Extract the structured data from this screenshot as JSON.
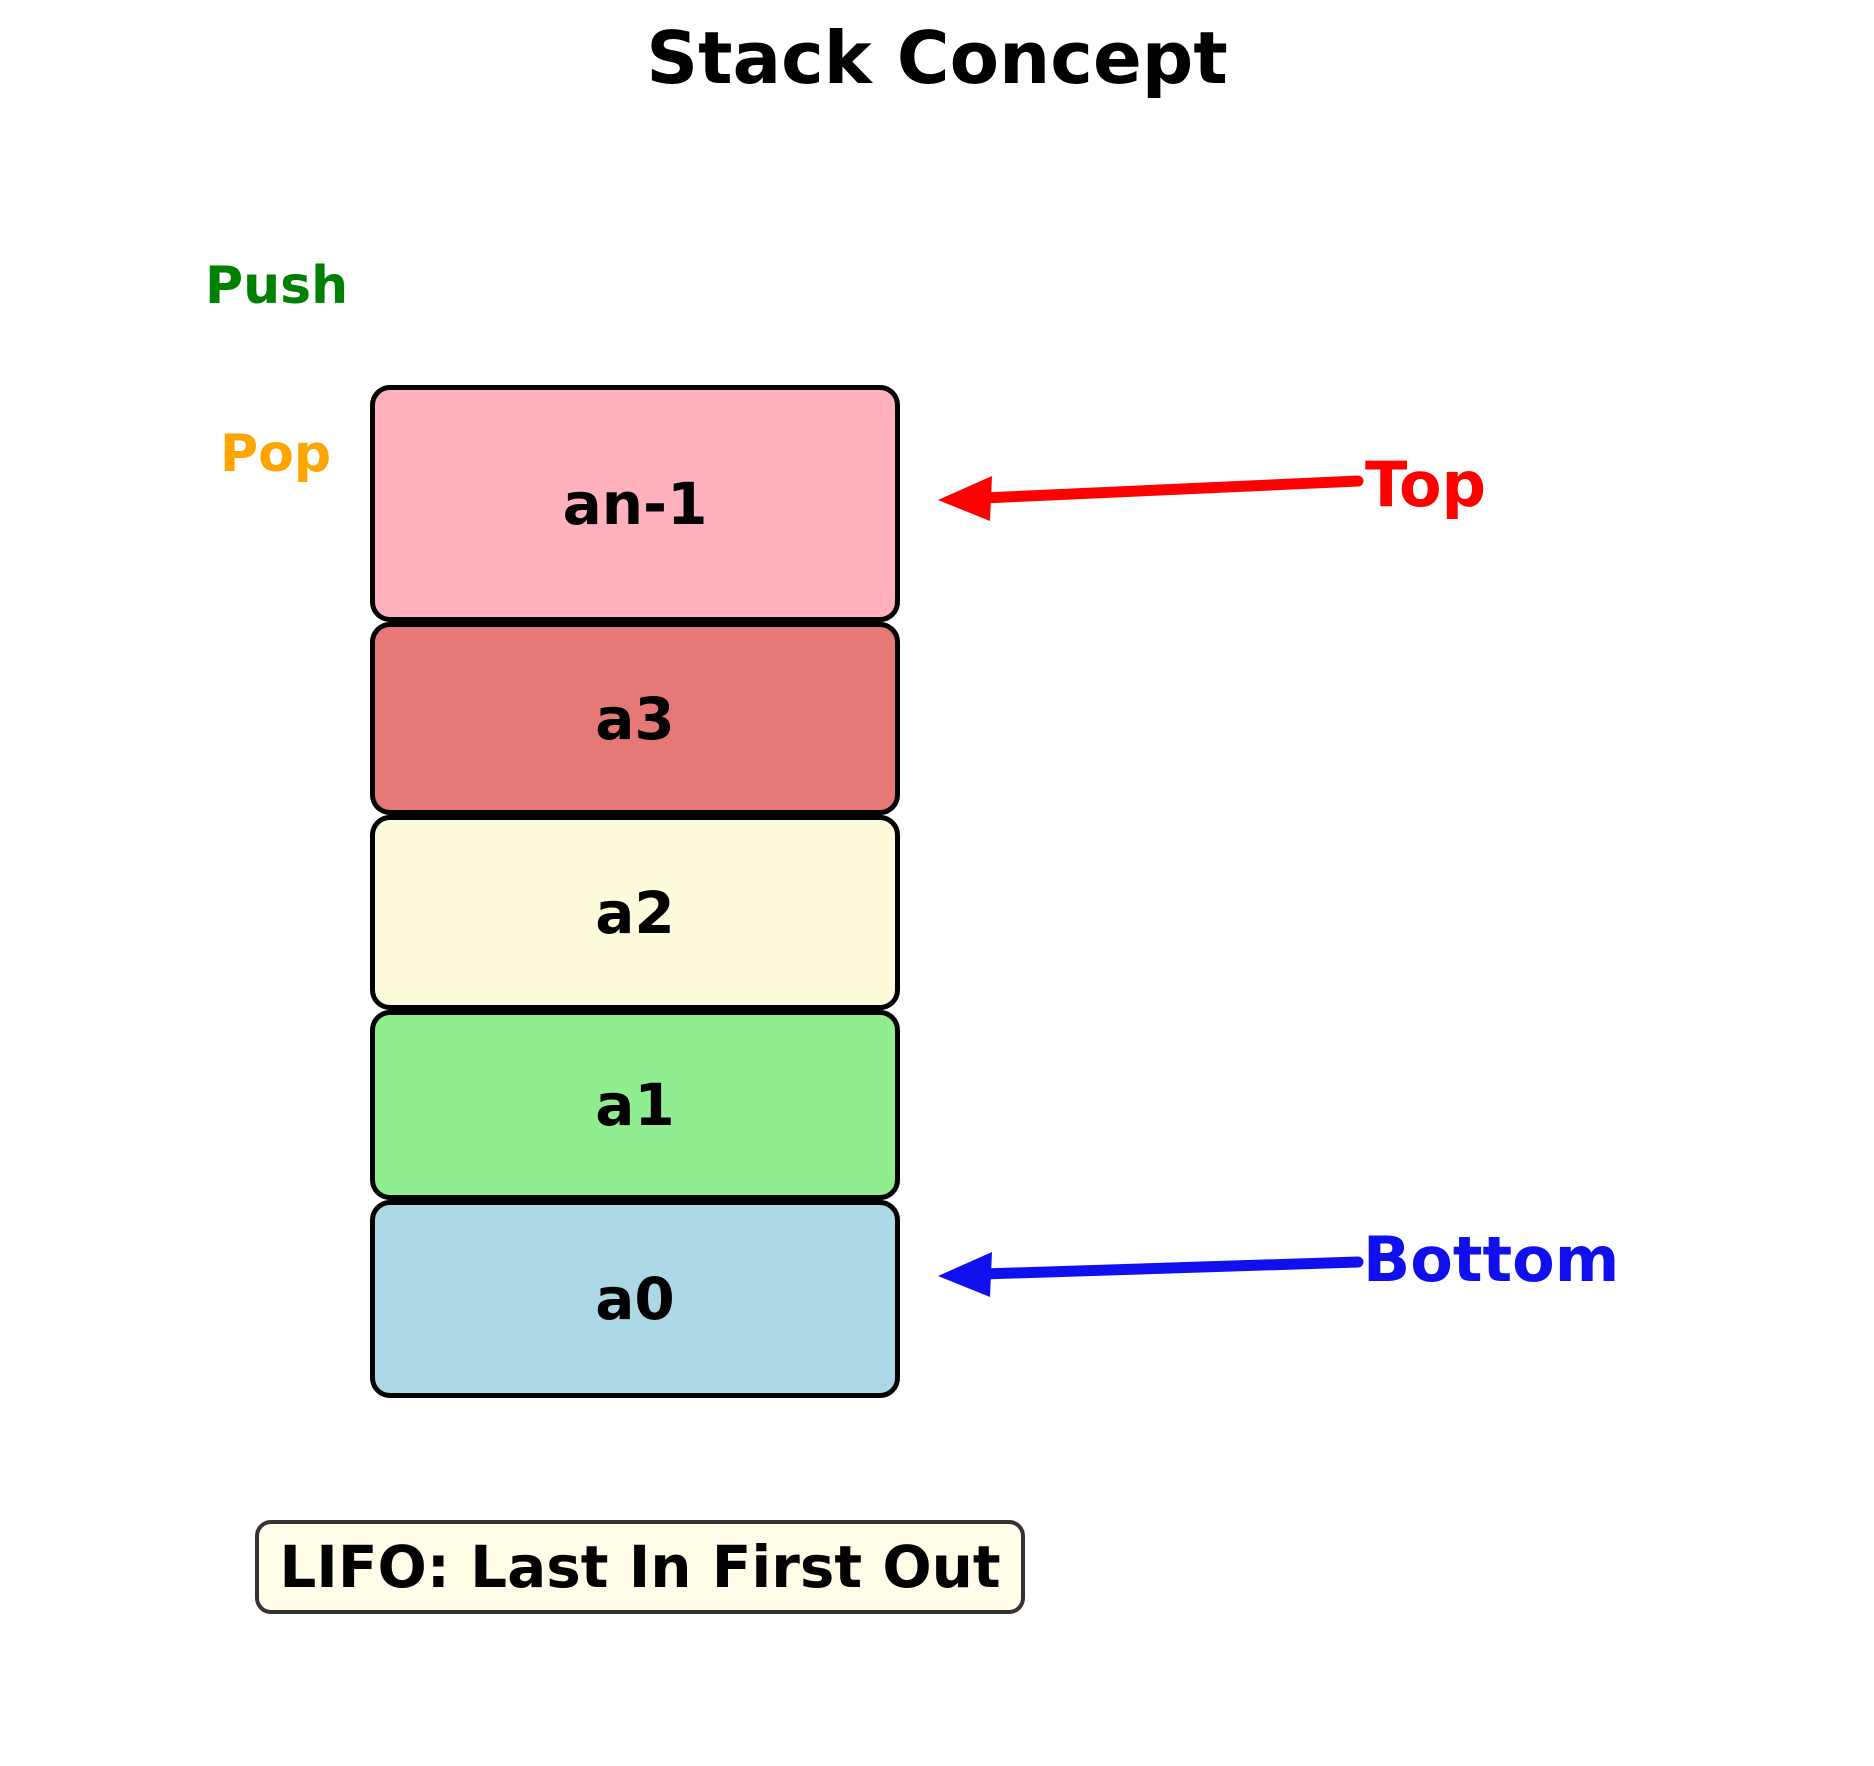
{
  "title": "Stack Concept",
  "annotations": {
    "push": {
      "label": "Push",
      "color": "#008000"
    },
    "pop": {
      "label": "Pop",
      "color": "#FFA500"
    },
    "top": {
      "label": "Top",
      "color": "#FF0000"
    },
    "bottom": {
      "label": "Bottom",
      "color": "#1010EE"
    }
  },
  "stack": {
    "items": [
      {
        "label": "an-1",
        "fill": "#FFB2BE"
      },
      {
        "label": "a3",
        "fill": "#E67878"
      },
      {
        "label": "a2",
        "fill": "#FDFBDC"
      },
      {
        "label": "a1",
        "fill": "#90EE90"
      },
      {
        "label": "a0",
        "fill": "#ACD8E6"
      }
    ],
    "border_color": "#000000",
    "top_position": "Top",
    "bottom_position": "Bottom"
  },
  "caption": {
    "label": "LIFO: Last In First Out",
    "fill": "#FFFDE7",
    "border_color": "#333333",
    "text_color": "#000000"
  }
}
